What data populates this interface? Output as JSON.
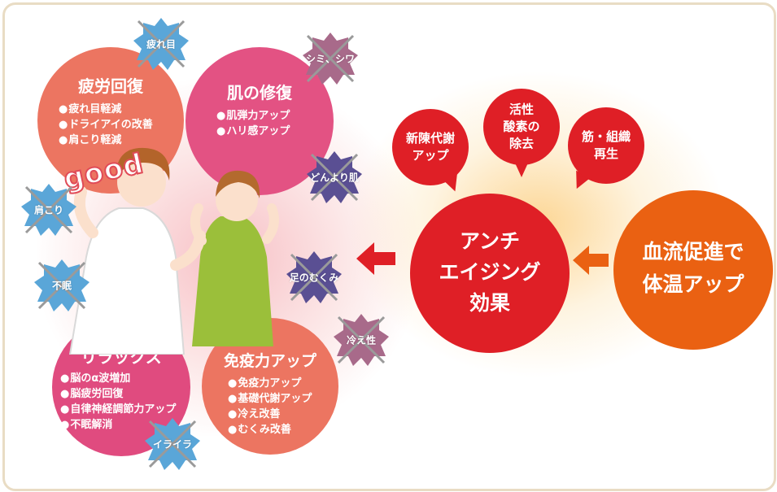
{
  "benefits": {
    "fatigue": {
      "title": "疲労回復",
      "items": [
        "疲れ目軽減",
        "ドライアイの改善",
        "肩こり軽減"
      ]
    },
    "skin": {
      "title": "肌の修復",
      "items": [
        "肌弾力アップ",
        "ハリ感アップ"
      ]
    },
    "relax": {
      "title": "リラックス",
      "items": [
        "脳のα波増加",
        "脳疲労回復",
        "自律神経調節力アップ",
        "不眠解消"
      ]
    },
    "immune": {
      "title": "免疫力アップ",
      "items": [
        "免疫力アップ",
        "基礎代謝アップ",
        "冷え改善",
        "むくみ改善"
      ]
    }
  },
  "problems": {
    "tired_eyes": "疲れ目",
    "spots": "シミ、シワ",
    "dull_skin": "どんより肌",
    "stiff_shoulders": "肩こり",
    "insomnia": "不眠",
    "swelling": "足のむくみ",
    "cold": "冷え性",
    "irritation": "イライラ"
  },
  "effects": {
    "metabolism": "新陳代謝\nアップ",
    "active_oxygen": "活性\n酸素の\n除去",
    "tissue": "筋・組織\n再生"
  },
  "anti_aging": {
    "label": "アンチ\nエイジング\n効果"
  },
  "blood_flow": {
    "label": "血流促進で\n体温アップ"
  },
  "good_text": "good",
  "colors": {
    "coral": "#ec7561",
    "pink": "#e35283",
    "red": "#df1f26",
    "orange": "#ea6112",
    "badge_blue": "#5aa6d8",
    "badge_purple": "#5a4f93",
    "badge_mauve": "#a86a8a",
    "frame": "#e9dcc4"
  }
}
